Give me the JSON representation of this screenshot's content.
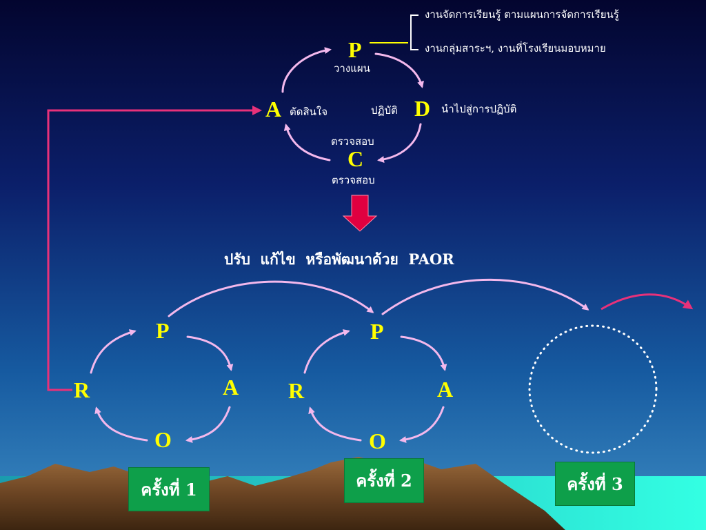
{
  "pdca": {
    "p_letter": "P",
    "d_letter": "D",
    "c_letter": "C",
    "a_letter": "A",
    "p_label": "วางแผน",
    "d_label": "ปฏิบัติ",
    "c_label_top": "ตรวจสอบ",
    "c_label_bottom": "ตรวจสอบ",
    "a_label": "ตัดสินใจ",
    "d_note": "นำไปสู่การปฏิบัติ",
    "bracket_line1": "งานจัดการเรียนรู้ ตามแผนการจัดการเรียนรู้",
    "bracket_line2": "งานกลุ่มสาระฯ, งานที่โรงเรียนมอบหมาย"
  },
  "title": "ปรับ  แก้ไข  หรือพัฒนาด้วย  PAOR",
  "cycles": [
    {
      "p": "P",
      "a": "A",
      "o": "O",
      "r": "R",
      "round_label": "ครั้งที่ 1"
    },
    {
      "p": "P",
      "a": "A",
      "o": "O",
      "r": "R",
      "round_label": "ครั้งที่ 2"
    },
    {
      "round_label": "ครั้งที่ 3"
    }
  ],
  "colors": {
    "sky_top": "#04063a",
    "sky_bottom": "#1f6fa8",
    "letters": "#ffff00",
    "curve_arrows": "#f3b8ec",
    "feedback_line": "#e8317a",
    "down_arrow": "#e00040",
    "label_box": "#0e9f4a",
    "sea": "#2ef0d8",
    "mountain": "#7a4e2a"
  }
}
